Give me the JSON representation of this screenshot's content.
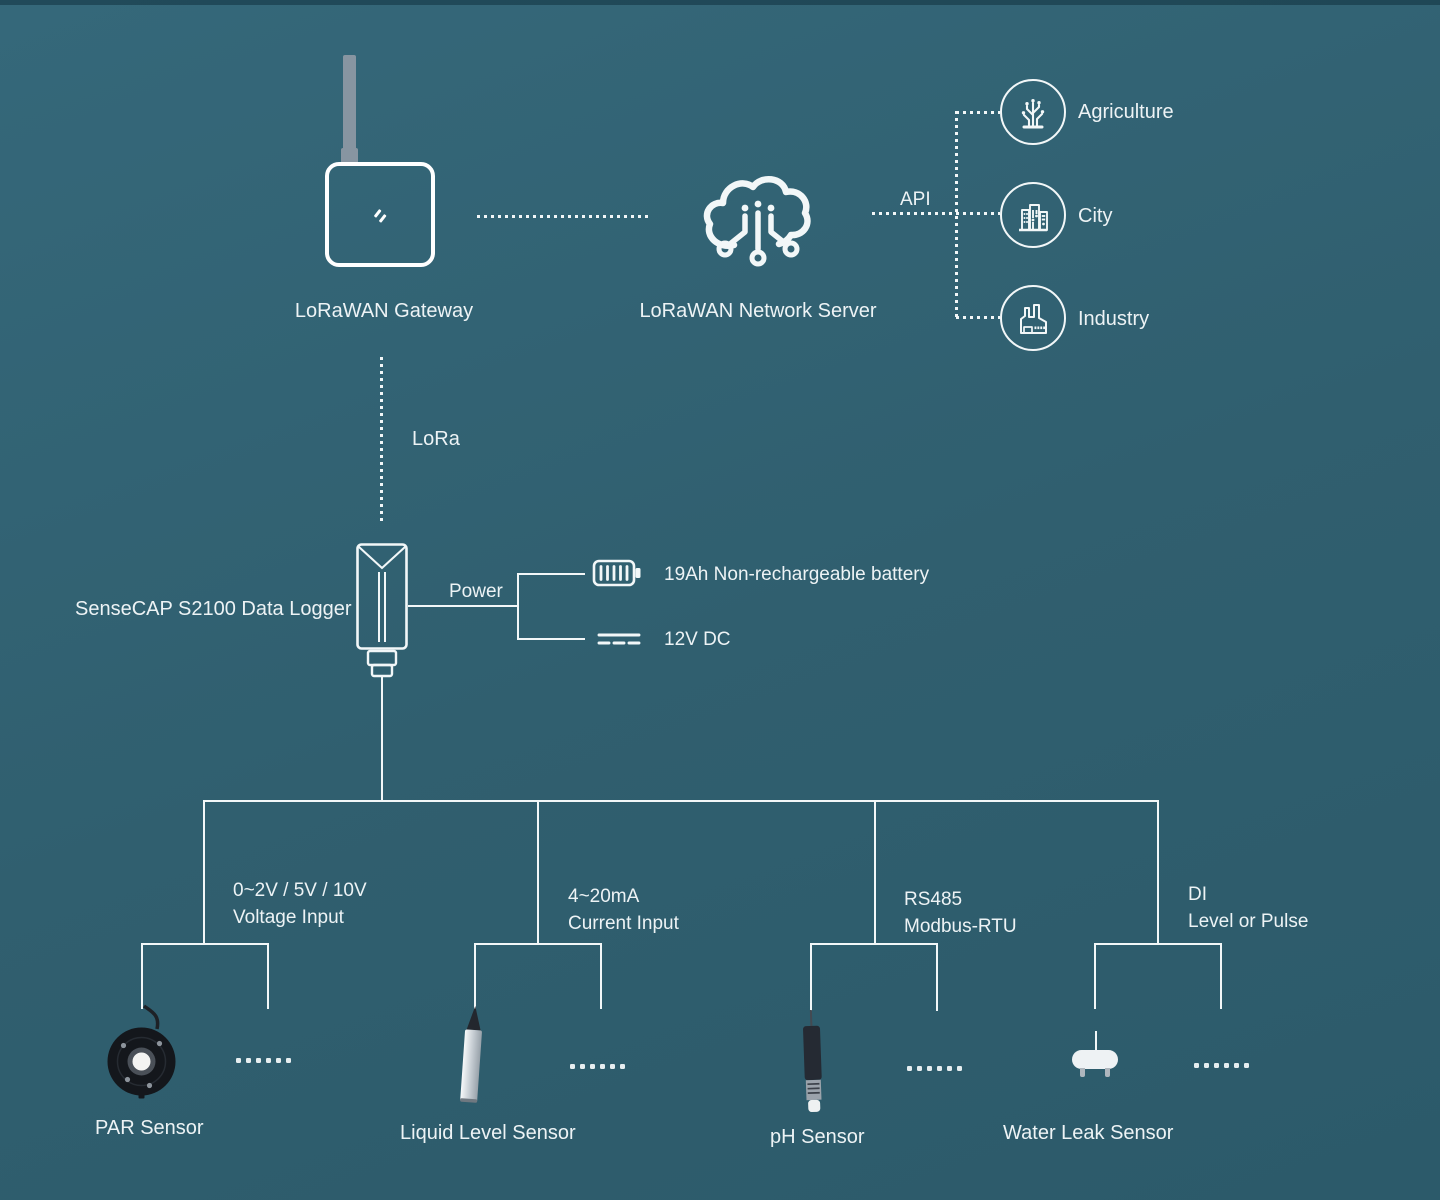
{
  "colors": {
    "background": "#305f6f",
    "line": "#f2f7f8",
    "text": "#edf3f5",
    "antenna_gray": "#8795a1"
  },
  "gateway": {
    "label": "LoRaWAN Gateway"
  },
  "network_server": {
    "label": "LoRaWAN Network Server"
  },
  "api_label": "API",
  "applications": [
    {
      "icon": "agriculture-icon",
      "label": "Agriculture"
    },
    {
      "icon": "city-icon",
      "label": "City"
    },
    {
      "icon": "industry-icon",
      "label": "Industry"
    }
  ],
  "lora_label": "LoRa",
  "logger": {
    "label": "SenseCAP S2100 Data Logger"
  },
  "power": {
    "label": "Power",
    "options": [
      {
        "icon": "battery-icon",
        "label": "19Ah Non-rechargeable battery"
      },
      {
        "icon": "dc-icon",
        "label": "12V DC"
      }
    ]
  },
  "interfaces": [
    {
      "line1": "0~2V / 5V / 10V",
      "line2": "Voltage Input",
      "sensor": "PAR Sensor",
      "more": "......"
    },
    {
      "line1": "4~20mA",
      "line2": "Current Input",
      "sensor": "Liquid Level Sensor",
      "more": "......"
    },
    {
      "line1": "RS485",
      "line2": "Modbus-RTU",
      "sensor": "pH Sensor",
      "more": "......"
    },
    {
      "line1": "DI",
      "line2": "Level or Pulse",
      "sensor": "Water Leak Sensor",
      "more": "......"
    }
  ]
}
